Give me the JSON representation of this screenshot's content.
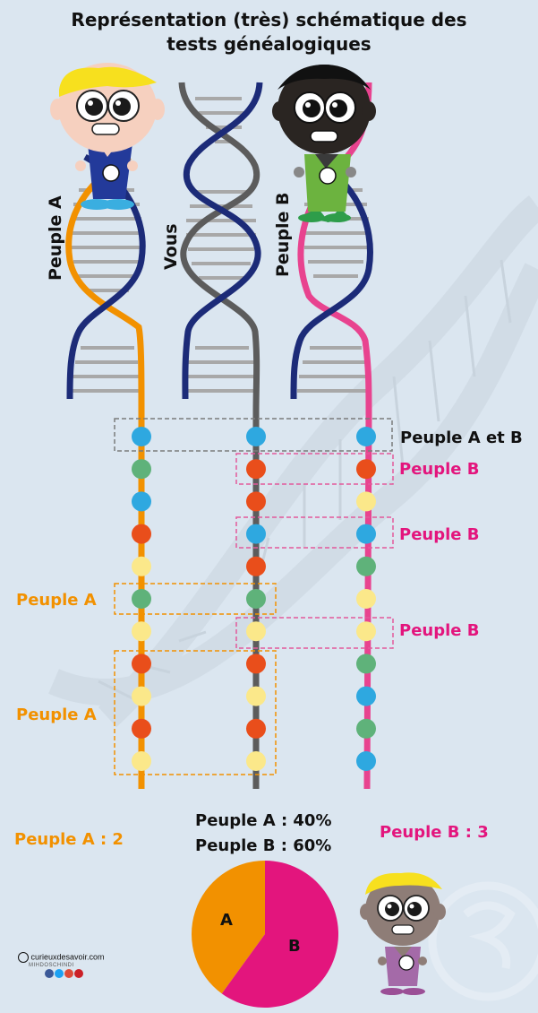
{
  "title": {
    "line1": "Représentation (très) schématique des",
    "line2": "tests généalogiques"
  },
  "strand_labels": {
    "a": "Peuple A",
    "you": "Vous",
    "b": "Peuple B"
  },
  "match_labels": {
    "both": "Peuple A et B",
    "b1": "Peuple B",
    "b2": "Peuple B",
    "b3": "Peuple B",
    "a1": "Peuple A",
    "a2": "Peuple A"
  },
  "counts": {
    "a": "Peuple A : 2",
    "b": "Peuple B : 3"
  },
  "percentages": {
    "a": "Peuple A : 40%",
    "b": "Peuple B : 60%"
  },
  "chart_data": {
    "type": "pie",
    "categories": [
      "A",
      "B"
    ],
    "values": [
      40,
      60
    ],
    "colors": [
      "#f29100",
      "#e3157d"
    ]
  },
  "chain": {
    "peuple_a": [
      "blue",
      "green",
      "blue",
      "red",
      "yellow",
      "green",
      "yellow",
      "red",
      "yellow",
      "red",
      "yellow"
    ],
    "vous": [
      "blue",
      "red",
      "red",
      "blue",
      "red",
      "green",
      "yellow",
      "red",
      "yellow",
      "red",
      "yellow"
    ],
    "peuple_b": [
      "blue",
      "red",
      "yellow",
      "blue",
      "green",
      "yellow",
      "yellow",
      "green",
      "blue",
      "green",
      "blue"
    ]
  },
  "bead_colors": {
    "blue": "#2ea8e0",
    "green": "#5fb27a",
    "red": "#e94e1b",
    "yellow": "#fbe88a"
  },
  "strand_colors": {
    "peuple_a": "#f29100",
    "vous": "#5c5c5c",
    "peuple_b": "#e8438f",
    "helix_partner": "#1c2b78"
  },
  "logo": {
    "site": "curieuxdesavoir.com",
    "author": "MIHDOSCHINDI"
  },
  "icons": [
    "dna-watermark-icon",
    "logo-watermark-icon",
    "social-icons"
  ]
}
